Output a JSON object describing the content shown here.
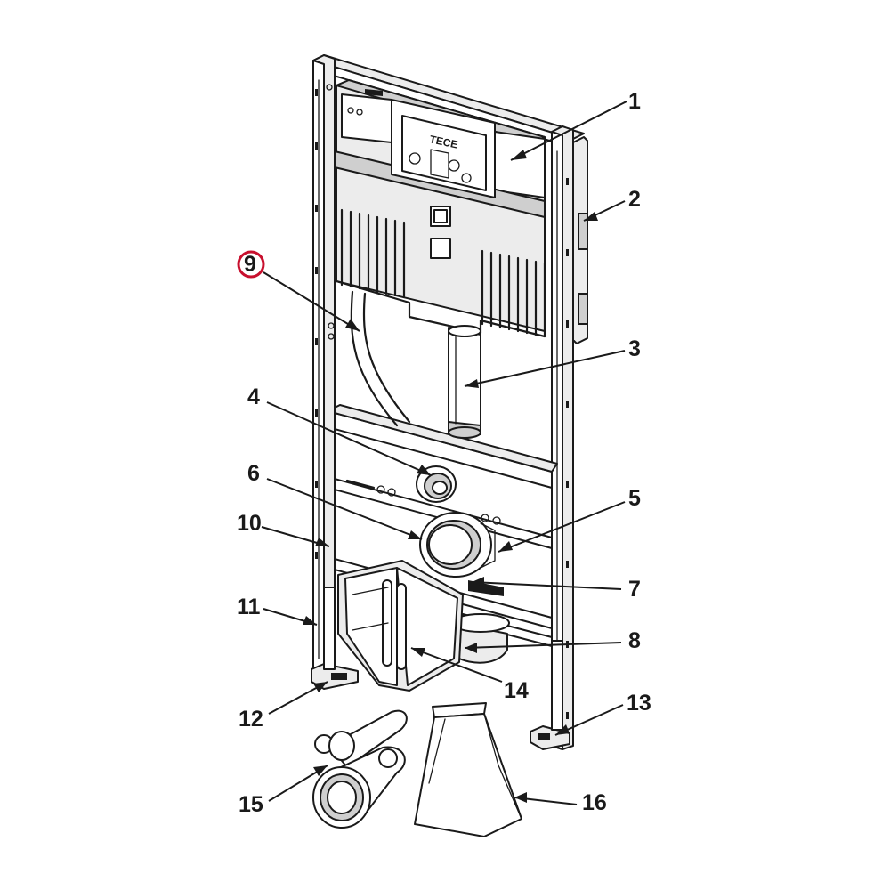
{
  "diagram": {
    "brand_mark": "TECE",
    "highlight_color": "#c8102e",
    "ink_color": "#1a1a1a",
    "callouts": [
      {
        "id": "1",
        "label": "1"
      },
      {
        "id": "2",
        "label": "2"
      },
      {
        "id": "3",
        "label": "3"
      },
      {
        "id": "4",
        "label": "4"
      },
      {
        "id": "5",
        "label": "5"
      },
      {
        "id": "6",
        "label": "6"
      },
      {
        "id": "7",
        "label": "7"
      },
      {
        "id": "8",
        "label": "8"
      },
      {
        "id": "9",
        "label": "9",
        "highlighted": true
      },
      {
        "id": "10",
        "label": "10"
      },
      {
        "id": "11",
        "label": "11"
      },
      {
        "id": "12",
        "label": "12"
      },
      {
        "id": "13",
        "label": "13"
      },
      {
        "id": "14",
        "label": "14"
      },
      {
        "id": "15",
        "label": "15"
      },
      {
        "id": "16",
        "label": "16"
      }
    ]
  }
}
